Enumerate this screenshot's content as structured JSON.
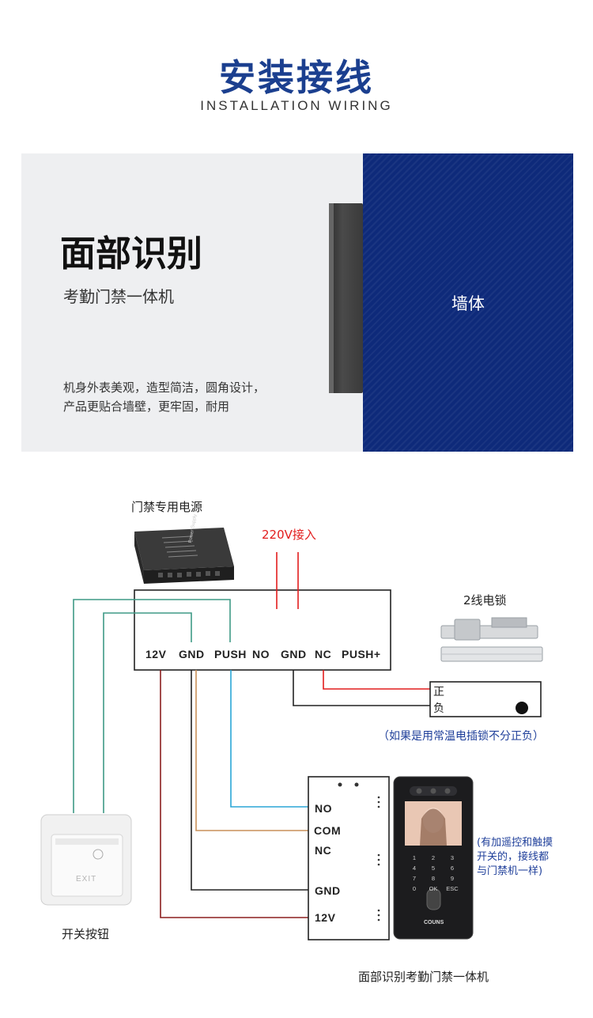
{
  "header": {
    "title_cn": "安装接线",
    "title_en": "INSTALLATION WIRING"
  },
  "banner": {
    "device_title": "面部识别",
    "device_subtitle": "考勤门禁一体机",
    "description_line1": "机身外表美观，造型简洁，圆角设计，",
    "description_line2": "产品更贴合墙壁，更牢固，耐用",
    "wall_label": "墙体"
  },
  "diagram": {
    "power_supply_label": "门禁专用电源",
    "power_supply_product_text": "Power Supply",
    "ac_input_label": "220V接入",
    "power_terminals": [
      "12V",
      "GND",
      "PUSH",
      "NO",
      "GND",
      "NC",
      "PUSH+"
    ],
    "lock_label": "2线电锁",
    "lock_positive": "正",
    "lock_negative": "负",
    "lock_note": "（如果是用常温电插锁不分正负）",
    "exit_button_label": "开关按钮",
    "exit_button_text": "EXIT",
    "controller_terminals": [
      "NO",
      "COM",
      "NC",
      "GND",
      "12V"
    ],
    "device_brand": "COUNS",
    "keypad_keys": [
      "1",
      "2",
      "3",
      "4",
      "5",
      "6",
      "7",
      "8",
      "9",
      "0",
      "OK",
      "ESC"
    ],
    "remote_note_line1": "(有加遥控和触摸",
    "remote_note_line2": "开关的，接线都",
    "remote_note_line3": "与门禁机一样)",
    "device_caption": "面部识别考勤门禁一体机"
  },
  "colors": {
    "title_blue": "#1b3f8f",
    "banner_navy": "#0e2a7a",
    "wire_green": "#3f9a86",
    "wire_red": "#e21d1d",
    "wire_darkred": "#8b1f1f",
    "wire_blue": "#2aa6d6",
    "wire_tan": "#c9915a",
    "wire_black": "#222222"
  }
}
